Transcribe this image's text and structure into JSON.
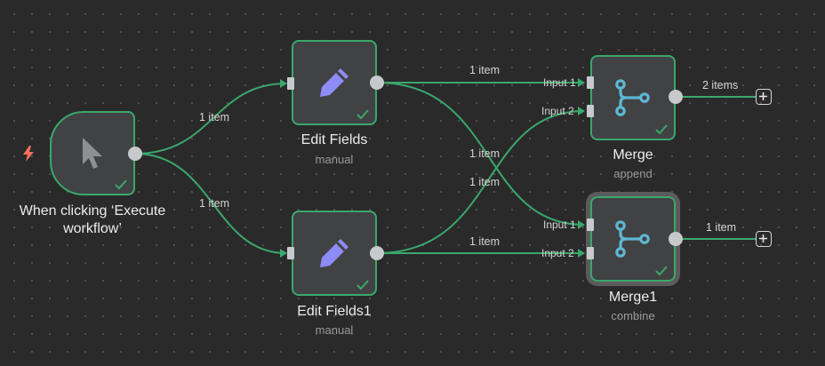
{
  "colors": {
    "edge": "#3aa86b",
    "node_bg": "#414244",
    "canvas": "#2a2a2b",
    "bolt": "#ff6f5c",
    "merge_icon": "#5fb7d4",
    "edit_icon": "#8d8cf7"
  },
  "nodes": {
    "trigger": {
      "title": "When clicking ‘Execute workflow’",
      "icon": "cursor-icon"
    },
    "edit1": {
      "title": "Edit Fields",
      "subtitle": "manual",
      "icon": "pencil-icon"
    },
    "edit2": {
      "title": "Edit Fields1",
      "subtitle": "manual",
      "icon": "pencil-icon"
    },
    "merge": {
      "title": "Merge",
      "subtitle": "append",
      "icon": "merge-icon",
      "input1": "Input 1",
      "input2": "Input 2"
    },
    "merge1": {
      "title": "Merge1",
      "subtitle": "combine",
      "icon": "merge-icon",
      "input1": "Input 1",
      "input2": "Input 2"
    }
  },
  "edges": {
    "trigger_edit1": "1 item",
    "trigger_edit2": "1 item",
    "edit1_merge": "1 item",
    "edit1_merge1": "1 item",
    "edit2_merge": "1 item",
    "edit2_merge1": "1 item",
    "merge_out": "2 items",
    "merge1_out": "1 item"
  }
}
